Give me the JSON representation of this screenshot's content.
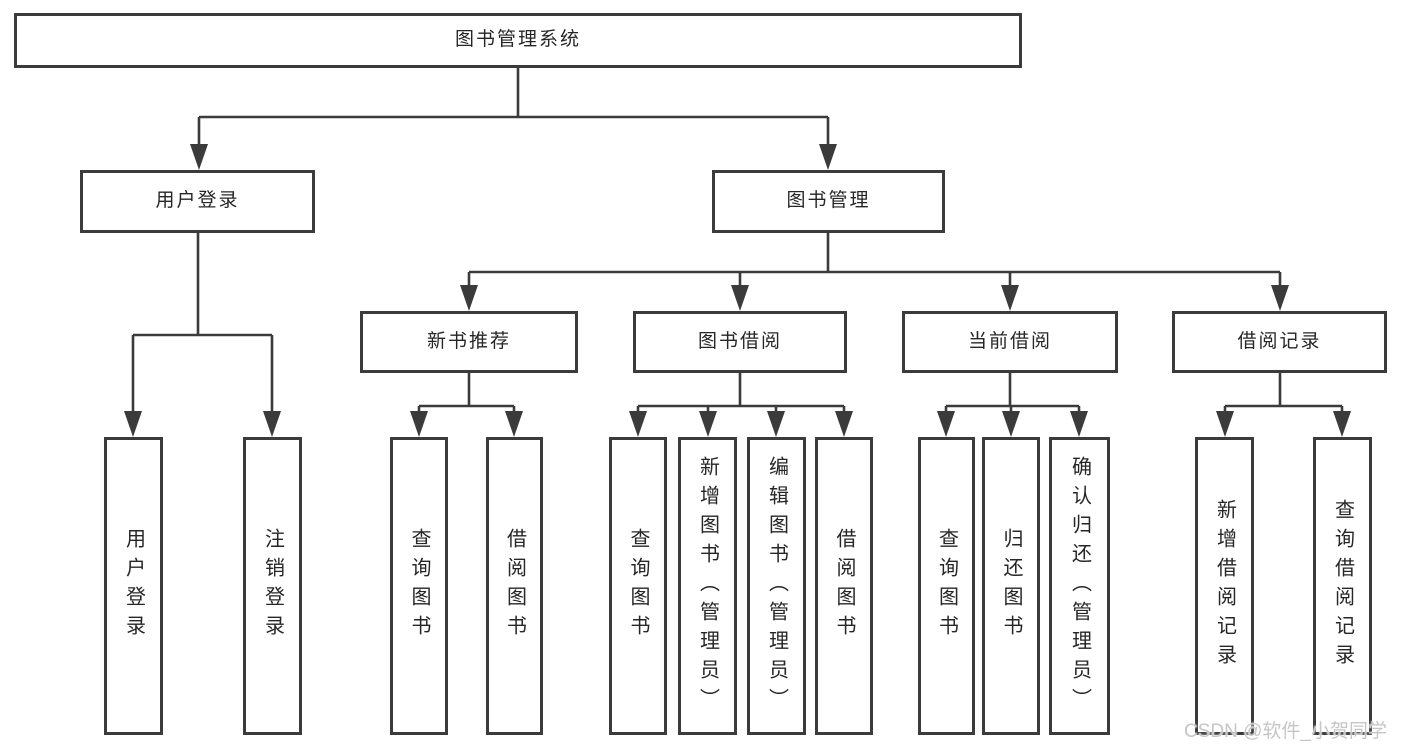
{
  "diagram": {
    "type": "tree",
    "title": "图书管理系统",
    "structure": {
      "root": "图书管理系统",
      "children": [
        {
          "label": "用户登录",
          "children": [
            "用户登录",
            "注销登录"
          ]
        },
        {
          "label": "图书管理",
          "children": [
            {
              "label": "新书推荐",
              "children": [
                "查询图书",
                "借阅图书"
              ]
            },
            {
              "label": "图书借阅",
              "children": [
                "查询图书",
                "新增图书（管理员）",
                "编辑图书（管理员）",
                "借阅图书"
              ]
            },
            {
              "label": "当前借阅",
              "children": [
                "查询图书",
                "归还图书",
                "确认归还（管理员）"
              ]
            },
            {
              "label": "借阅记录",
              "children": [
                "新增借阅记录",
                "查询借阅记录"
              ]
            }
          ]
        }
      ]
    }
  },
  "nodes": {
    "root": "图书管理系统",
    "user_login": "用户登录",
    "book_mgmt": "图书管理",
    "new_book_rec": "新书推荐",
    "book_borrow": "图书借阅",
    "current_borrow": "当前借阅",
    "borrow_record": "借阅记录",
    "leaf_user_login": "用户登录",
    "leaf_logout": "注销登录",
    "leaf_query_book_1": "查询图书",
    "leaf_borrow_book_1": "借阅图书",
    "leaf_query_book_2": "查询图书",
    "leaf_add_book": "新增图书（管理员）",
    "leaf_edit_book": "编辑图书（管理员）",
    "leaf_borrow_book_2": "借阅图书",
    "leaf_query_book_3": "查询图书",
    "leaf_return_book": "归还图书",
    "leaf_confirm_return": "确认归还（管理员）",
    "leaf_add_record": "新增借阅记录",
    "leaf_query_record": "查询借阅记录"
  },
  "watermark": "CSDN @软件_小贺同学",
  "colors": {
    "line": "#3b3b3b",
    "box_border": "#3b3b3b",
    "text": "#262626",
    "background": "#ffffff",
    "watermark": "#c6c6c6"
  }
}
